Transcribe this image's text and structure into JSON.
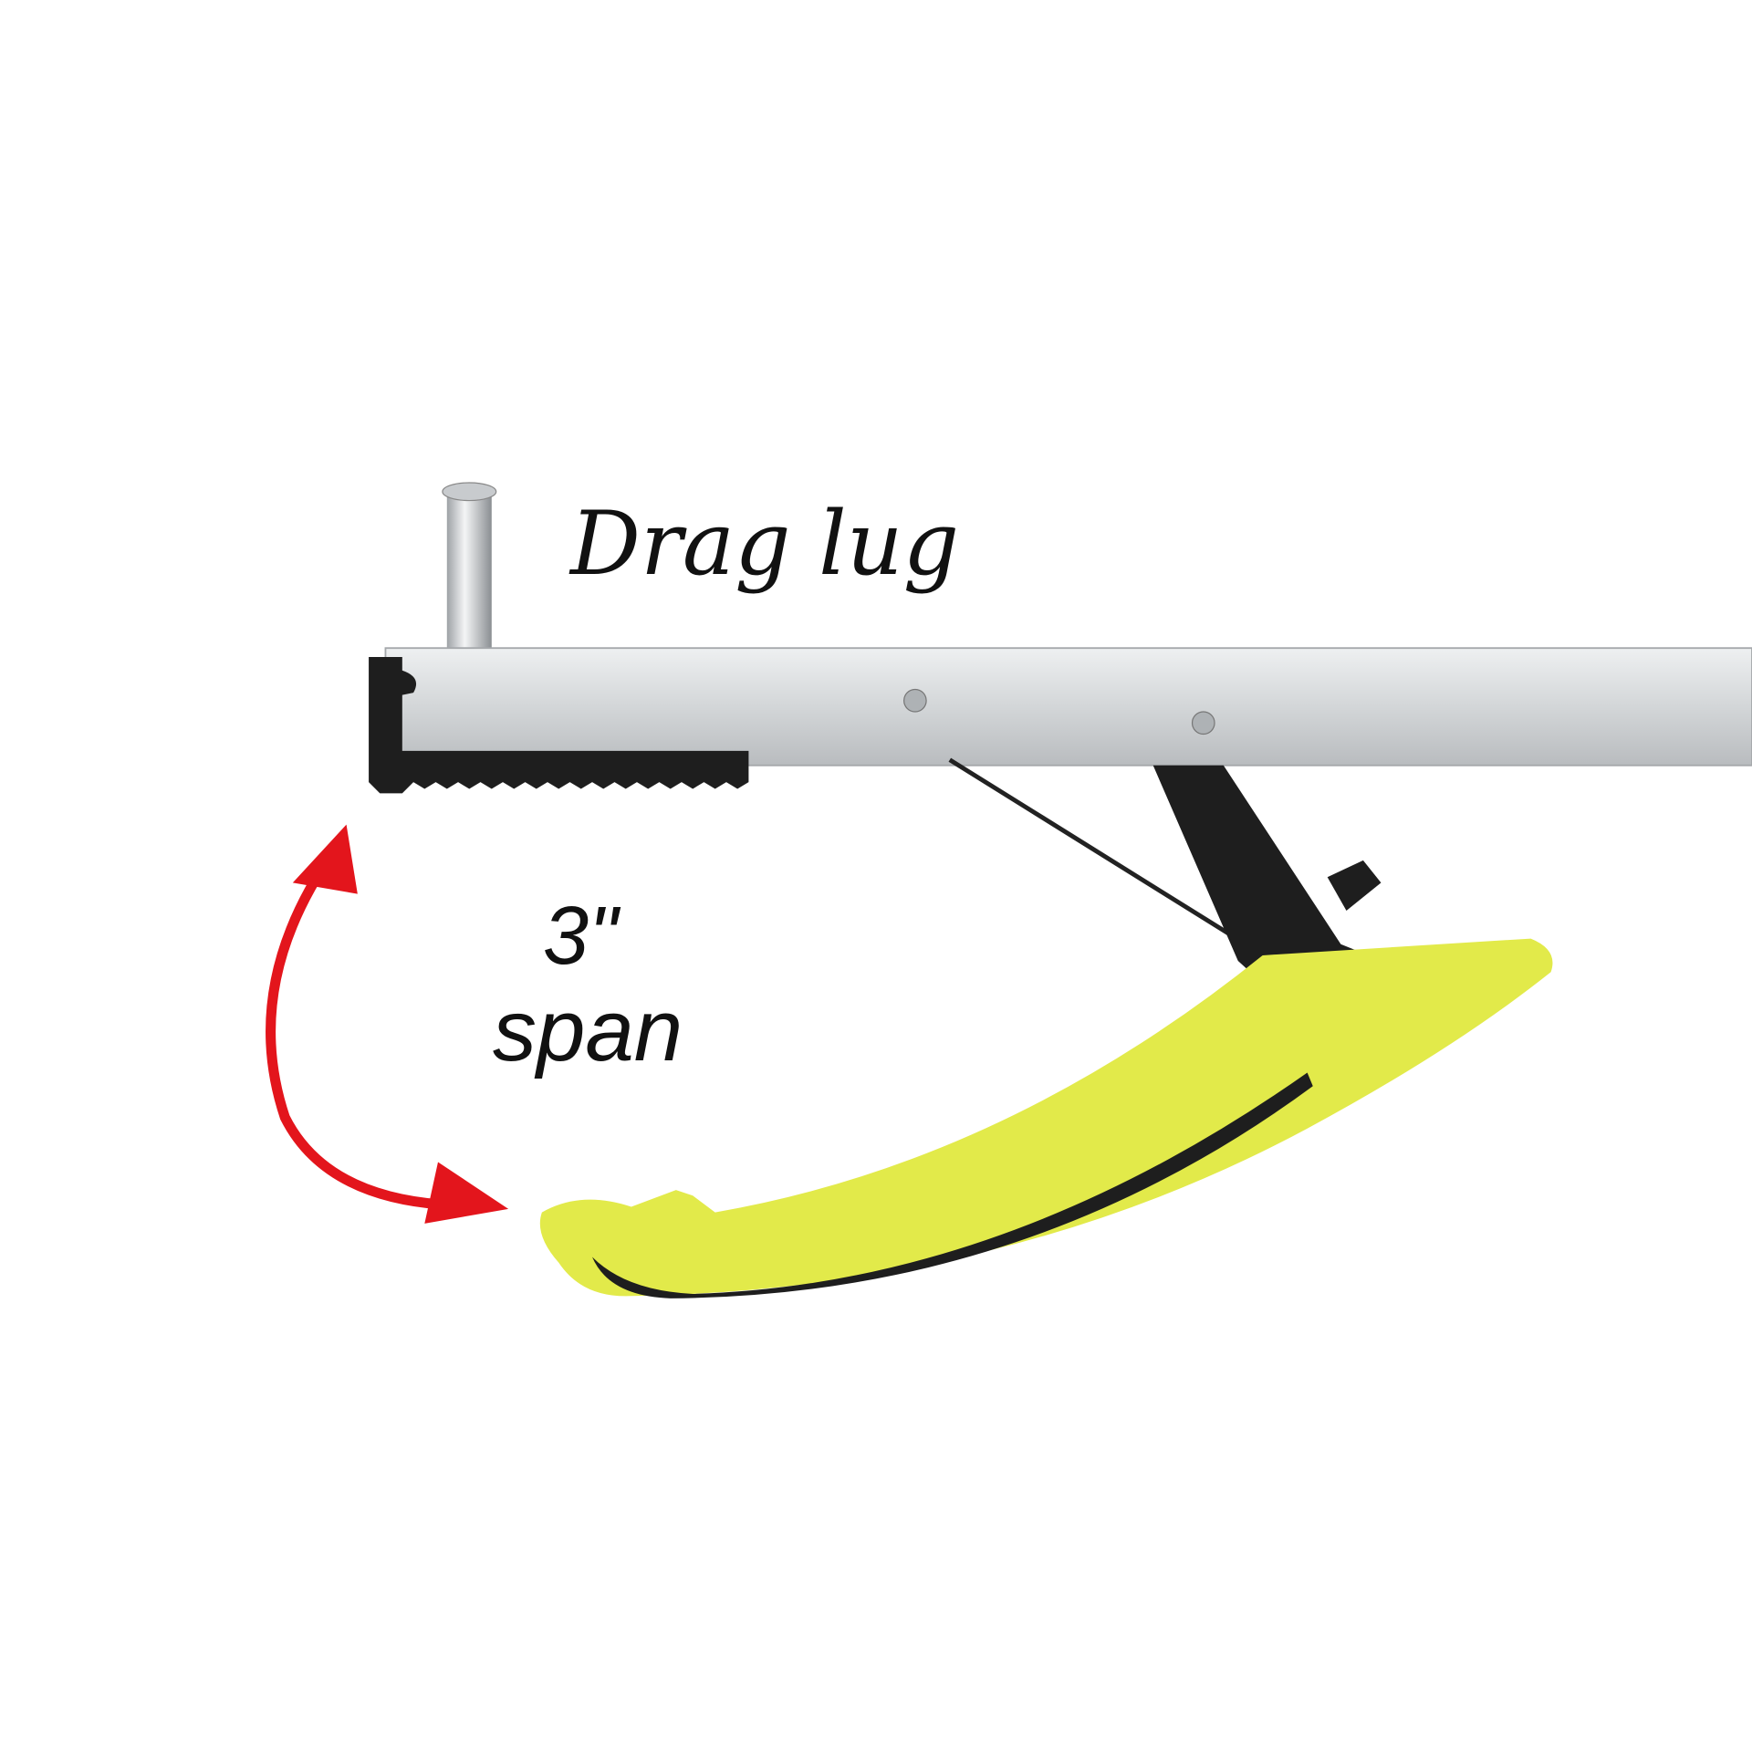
{
  "labels": {
    "drag_lug": "Drag lug",
    "span_value": "3\"",
    "span_word": "span"
  },
  "colors": {
    "handle": "#e2ea4a",
    "arrow": "#e3151c",
    "bar": "#d6d8da",
    "rubber": "#1e1e1e"
  }
}
